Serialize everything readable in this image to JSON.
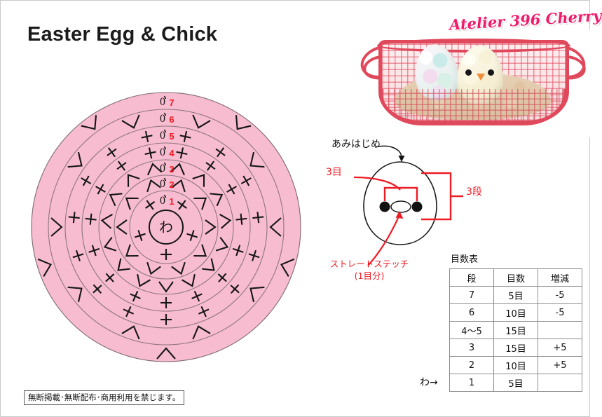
{
  "page": {
    "title": "Easter Egg & Chick",
    "logo": "Atelier 396 Cherry",
    "copyright": "無断掲載･無断配布･商用利用を禁じます。",
    "background_color": "#ffffff",
    "accent_pink": "#f7bcd0",
    "accent_red": "#ee1c24",
    "logo_color": "#ef1b6b"
  },
  "photo": {
    "alt": "Crocheted pastel easter egg and cream chick in a red wire basket on beige fur",
    "basket_color": "#e0485c",
    "fur_color": "#e7d0b4",
    "egg_colors": [
      "#fdf6fb",
      "#c9ecea",
      "#f3dced",
      "#d8f0e6"
    ],
    "chick_color": "#fffdf0",
    "chick_beak_color": "#f08b37",
    "chick_eye_color": "#17171b"
  },
  "chart": {
    "center_label": "わ",
    "fill_color": "#f7bcd0",
    "ring_line_color": "#7d6a70",
    "symbol_color": "#161616",
    "round_label_color": "#ee1c24",
    "chain_symbol": "0",
    "rounds": [
      {
        "number": "1",
        "stitches": 5,
        "type": "sc",
        "radius": 52,
        "label_radius": 47
      },
      {
        "number": "2",
        "stitches": 10,
        "type": "inc",
        "radius": 74,
        "label_radius": 69
      },
      {
        "number": "3",
        "stitches": 15,
        "type": "inc",
        "radius": 96,
        "label_radius": 91
      },
      {
        "number": "4",
        "stitches": 15,
        "type": "sc",
        "radius": 120,
        "label_radius": 114
      },
      {
        "number": "5",
        "stitches": 15,
        "type": "sc",
        "radius": 144,
        "label_radius": 138
      },
      {
        "number": "6",
        "stitches": 10,
        "type": "dec",
        "radius": 168,
        "label_radius": 161
      },
      {
        "number": "7",
        "stitches": 5,
        "type": "dec",
        "radius": 192,
        "label_radius": 184
      }
    ],
    "symbol_legend": {
      "sc": "+",
      "inc": "∧",
      "dec": "∨"
    }
  },
  "diagram": {
    "label_start": "あみはじめ",
    "label_3me": "3目",
    "label_3dan": "3段",
    "label_stitch_line1": "ストレートステッチ",
    "label_stitch_line2": "(1目分)",
    "annotation_color": "#ee1c24",
    "outline_color": "#1a1a1a"
  },
  "table": {
    "title": "目数表",
    "wa_arrow": "わ→",
    "headers": [
      "段",
      "目数",
      "増減"
    ],
    "rows": [
      {
        "dan": "7",
        "me": "5目",
        "zogen": "-5"
      },
      {
        "dan": "6",
        "me": "10目",
        "zogen": "-5"
      },
      {
        "dan": "4〜5",
        "me": "15目",
        "zogen": ""
      },
      {
        "dan": "3",
        "me": "15目",
        "zogen": "+5"
      },
      {
        "dan": "2",
        "me": "10目",
        "zogen": "+5"
      },
      {
        "dan": "1",
        "me": "5目",
        "zogen": ""
      }
    ]
  }
}
